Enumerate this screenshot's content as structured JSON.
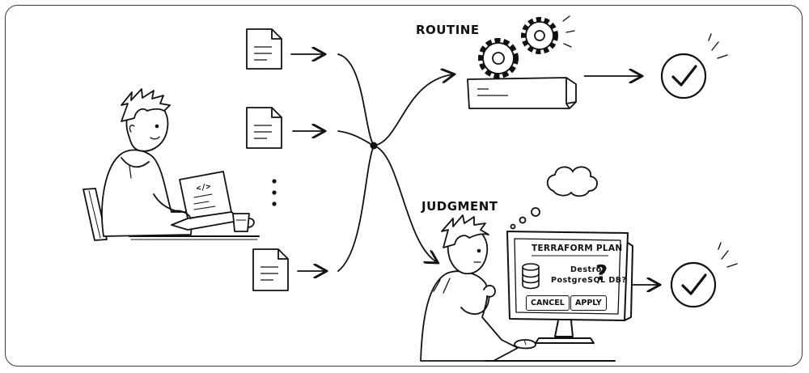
{
  "labels": {
    "routine": "ROUTINE",
    "judgment": "JUDGMENT"
  },
  "monitor": {
    "title": "TERRAFORM PLAN",
    "message_line1": "Destroy",
    "message_line2": "PostgreSQL DB?",
    "question_mark": "?",
    "cancel_label": "CANCEL",
    "apply_label": "APPLY"
  },
  "laptop": {
    "code_glyph": "</>"
  },
  "icons": [
    "document-icon",
    "gear-icon",
    "check-circle-icon",
    "database-icon",
    "thought-bubble-icon"
  ],
  "colors": {
    "ink": "#111111",
    "paper": "#ffffff"
  }
}
